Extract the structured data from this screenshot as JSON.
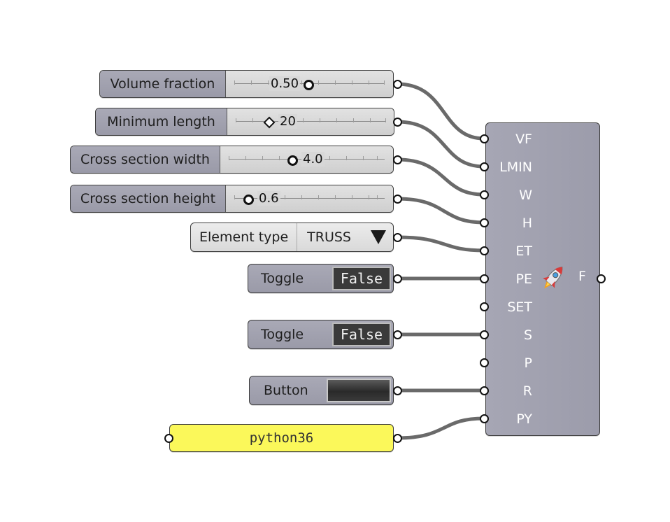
{
  "sliders": [
    {
      "label": "Volume fraction",
      "value": "0.50"
    },
    {
      "label": "Minimum length",
      "value": "20"
    },
    {
      "label": "Cross section width",
      "value": "4.0"
    },
    {
      "label": "Cross section height",
      "value": "0.6"
    }
  ],
  "value_list": {
    "label": "Element type",
    "selected": "TRUSS"
  },
  "toggles": [
    {
      "label": "Toggle",
      "value": "False"
    },
    {
      "label": "Toggle",
      "value": "False"
    }
  ],
  "button": {
    "label": "Button"
  },
  "panel": {
    "text": "python36"
  },
  "component": {
    "inputs": [
      "VF",
      "LMIN",
      "W",
      "H",
      "ET",
      "PE",
      "SET",
      "S",
      "P",
      "R",
      "PY"
    ],
    "output": "F",
    "icon": "rocket-icon"
  },
  "colors": {
    "component_body": "#a0a0ae",
    "panel": "#fbf85a",
    "wire": "#6a6a6a",
    "toggle_value_bg": "#3a3a3a"
  }
}
